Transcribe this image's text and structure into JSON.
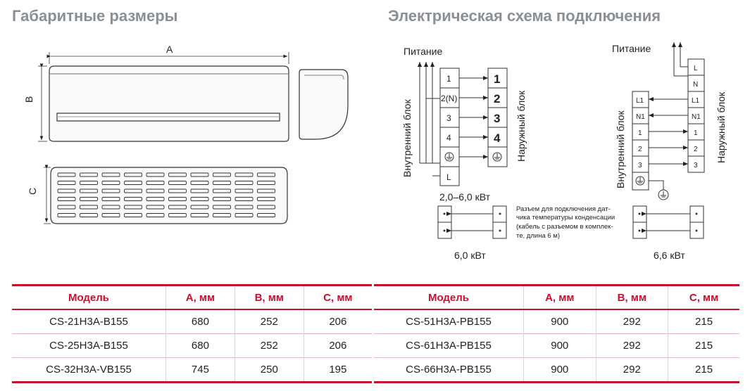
{
  "titles": {
    "dimensions": "Габаритные размеры",
    "wiring": "Электрическая схема подключения"
  },
  "dimension_labels": {
    "a": "A",
    "b": "B",
    "c": "C"
  },
  "wiring_left": {
    "power": "Питание",
    "indoor": "Внутренний блок",
    "outdoor": "Наружный блок",
    "indoor_terminals": [
      "1",
      "2(N)",
      "3",
      "4",
      "L"
    ],
    "outdoor_terminals": [
      "1",
      "2",
      "3",
      "4"
    ],
    "power_range": "2,0–6,0 кВт",
    "sensor_caption": "6,0 кВт"
  },
  "wiring_right": {
    "power": "Питание",
    "indoor": "Внутренний блок",
    "outdoor": "Наружный блок",
    "indoor_terminals": [
      "L1",
      "N1",
      "1",
      "2",
      "3"
    ],
    "outdoor_terminals": [
      "L",
      "N",
      "L1",
      "N1",
      "1",
      "2",
      "3"
    ],
    "sensor_caption": "6,6 кВт"
  },
  "sensor_note": [
    "Разъем для подключения дат-",
    "чика температуры конденсации",
    "(кабель с разъемом в комплек-",
    "те, длина 6 м)"
  ],
  "table": {
    "headers": [
      "Модель",
      "A, мм",
      "B, мм",
      "C, мм"
    ],
    "left_rows": [
      [
        "CS-21H3A-B155",
        "680",
        "252",
        "206"
      ],
      [
        "CS-25H3A-B155",
        "680",
        "252",
        "206"
      ],
      [
        "CS-32H3A-VB155",
        "745",
        "250",
        "195"
      ]
    ],
    "right_rows": [
      [
        "CS-51H3A-PB155",
        "900",
        "292",
        "215"
      ],
      [
        "CS-61H3A-PB155",
        "900",
        "292",
        "215"
      ],
      [
        "CS-66H3A-PB155",
        "900",
        "292",
        "215"
      ]
    ]
  }
}
